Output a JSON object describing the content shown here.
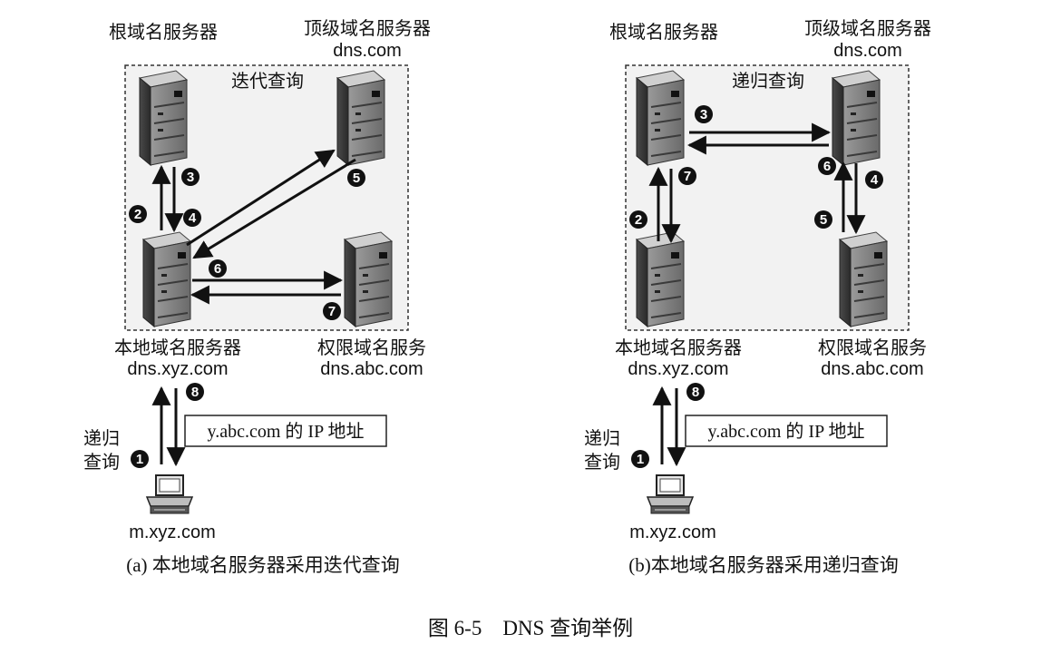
{
  "figure_caption": "图 6-5　DNS 查询举例",
  "panels": [
    {
      "id": "a",
      "region_label": "迭代查询",
      "root_server": "根域名服务器",
      "tld_server": "顶级域名服务器",
      "tld_domain": "dns.com",
      "local_server": "本地域名服务器",
      "local_domain": "dns.xyz.com",
      "auth_server": "权限域名服务",
      "auth_domain": "dns.abc.com",
      "client_query_line1": "递归",
      "client_query_line2": "查询",
      "answer_bubble": "y.abc.com 的 IP 地址",
      "client_host": "m.xyz.com",
      "caption": "(a) 本地域名服务器采用迭代查询",
      "steps": [
        "1",
        "2",
        "3",
        "4",
        "5",
        "6",
        "7",
        "8"
      ]
    },
    {
      "id": "b",
      "region_label": "递归查询",
      "root_server": "根域名服务器",
      "tld_server": "顶级域名服务器",
      "tld_domain": "dns.com",
      "local_server": "本地域名服务器",
      "local_domain": "dns.xyz.com",
      "auth_server": "权限域名服务",
      "auth_domain": "dns.abc.com",
      "client_query_line1": "递归",
      "client_query_line2": "查询",
      "answer_bubble": "y.abc.com 的 IP 地址",
      "client_host": "m.xyz.com",
      "caption": "(b)本地域名服务器采用递归查询",
      "steps": [
        "1",
        "2",
        "3",
        "4",
        "5",
        "6",
        "7",
        "8"
      ]
    }
  ]
}
